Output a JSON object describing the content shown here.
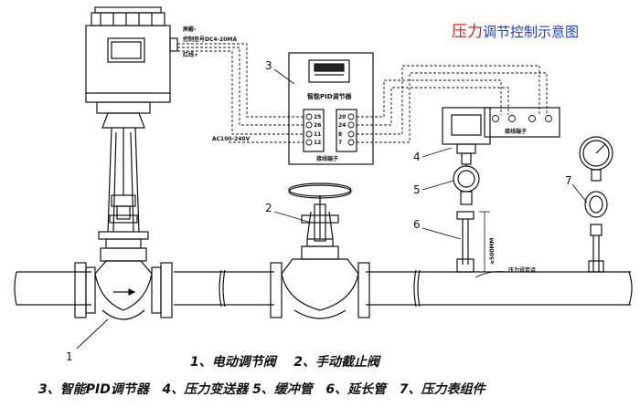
{
  "title": {
    "highlight": "压力",
    "rest": "调节控制示意图"
  },
  "callouts": {
    "n1": "1",
    "n2": "2",
    "n3": "3",
    "n4": "4",
    "n5": "5",
    "n6": "6",
    "n7": "7"
  },
  "wiring": {
    "shield": "屏蔽-",
    "signal": "控制信号DC4-20MA",
    "red": "红线+",
    "power": "AC100-240V"
  },
  "controller": {
    "name": "智能PID调节器",
    "terminals_label": "接线端子",
    "left_terminals": [
      "25",
      "26",
      "11",
      "12"
    ],
    "right_terminals": [
      "20",
      "24",
      "8",
      "7"
    ]
  },
  "transmitter": {
    "terminals_label": "接线端子"
  },
  "dimension": "≥500MM",
  "setpoint": "压力设定点",
  "legend": {
    "line1": "1、电动调节阀    2、手动截止阀",
    "line2": "3、智能PID调节器   4、压力变送器 5、缓冲管   6、延长管   7、压力表组件"
  }
}
